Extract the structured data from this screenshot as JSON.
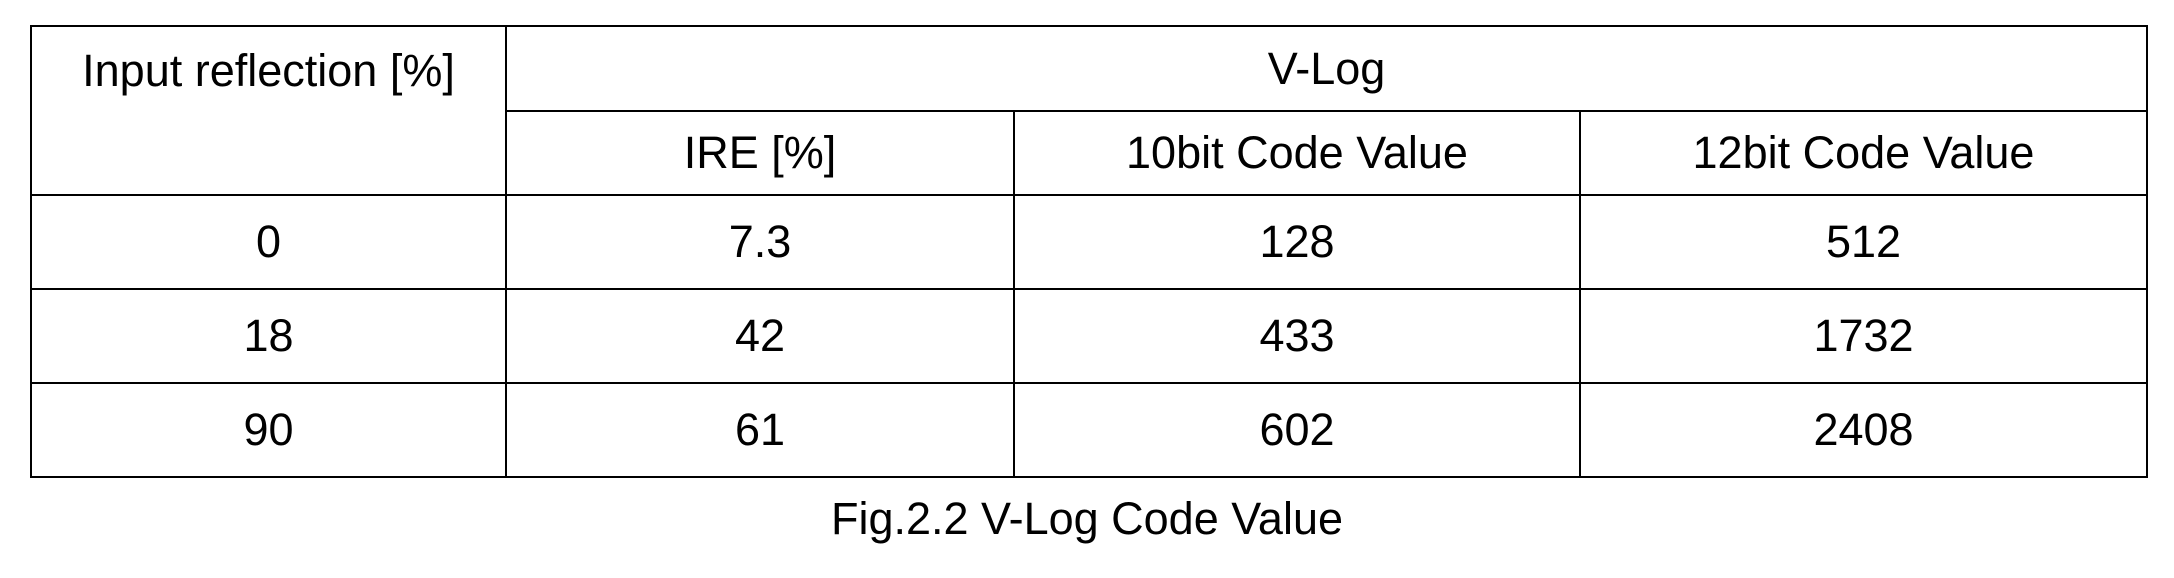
{
  "table": {
    "corner_header": "Input reflection [%]",
    "group_header": "V-Log",
    "sub_headers": [
      "IRE [%]",
      "10bit Code Value",
      "12bit Code Value"
    ],
    "rows": [
      [
        "0",
        "7.3",
        "128",
        "512"
      ],
      [
        "18",
        "42",
        "433",
        "1732"
      ],
      [
        "90",
        "61",
        "602",
        "2408"
      ]
    ]
  },
  "caption": "Fig.2.2 V-Log Code Value"
}
